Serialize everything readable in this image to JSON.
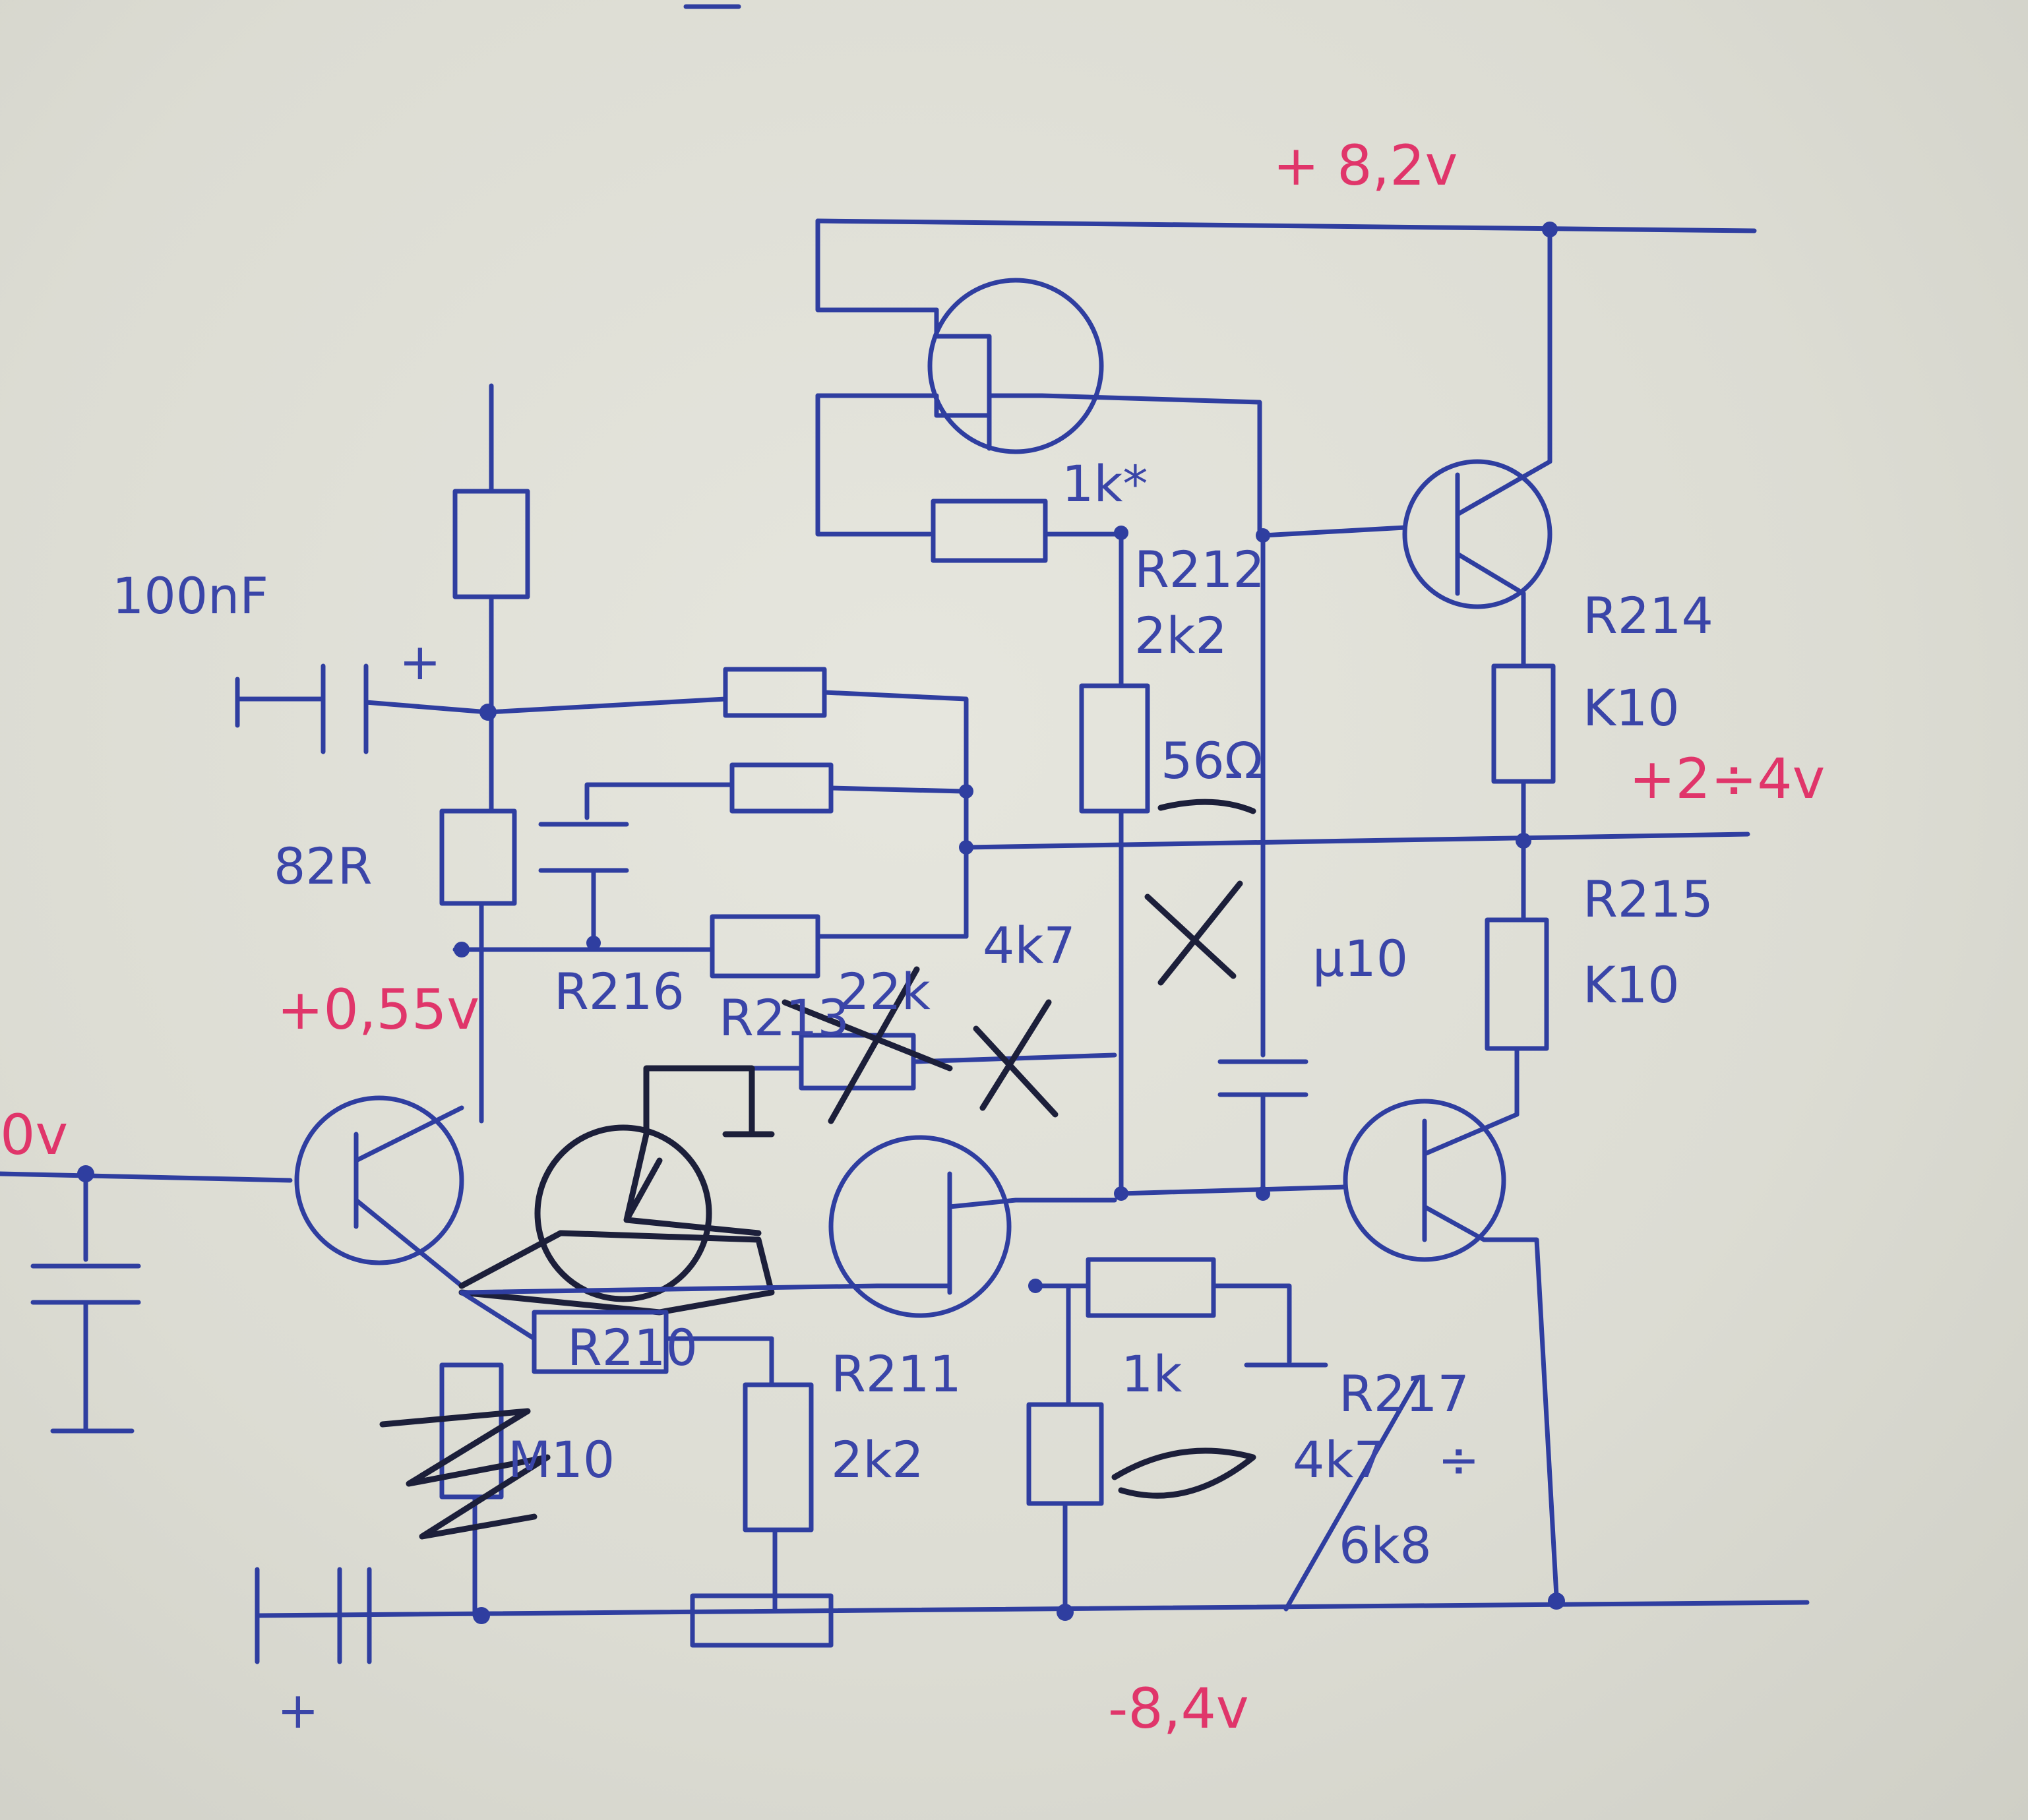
{
  "diagram": {
    "paper_color": "#dcdcd3",
    "ink_color": "#2f3ea0",
    "voltage_color": "#e0356a",
    "voltage_labels": {
      "top_rail": "+ 8,2v",
      "mid_output": "+2÷4v",
      "emitter_node": "+0,55v",
      "input": "0v",
      "bottom_rail": "-8,4v"
    },
    "component_labels": {
      "cap_100nf": "100nF",
      "r_82r": "82R",
      "r_1k_star": "1k*",
      "r212": "R212",
      "r212_value": "2k2",
      "r_56r": "56Ω",
      "r214": "R214",
      "r214_value": "K10",
      "r215": "R215",
      "r215_value": "K10",
      "r216": "R216",
      "r213": "R213",
      "r_22k": "22k",
      "r_4k7": "4k7",
      "cap_m10": "μ10",
      "r210": "R210",
      "m10": "M10",
      "r211": "R211",
      "r211_value": "2k2",
      "r_1k": "1k",
      "r217": "R217",
      "r217_value": "4k7",
      "r217_value_alt": "6k8",
      "div_sign": "÷",
      "plus_100nf": "+",
      "plus_bottom": "+"
    }
  }
}
